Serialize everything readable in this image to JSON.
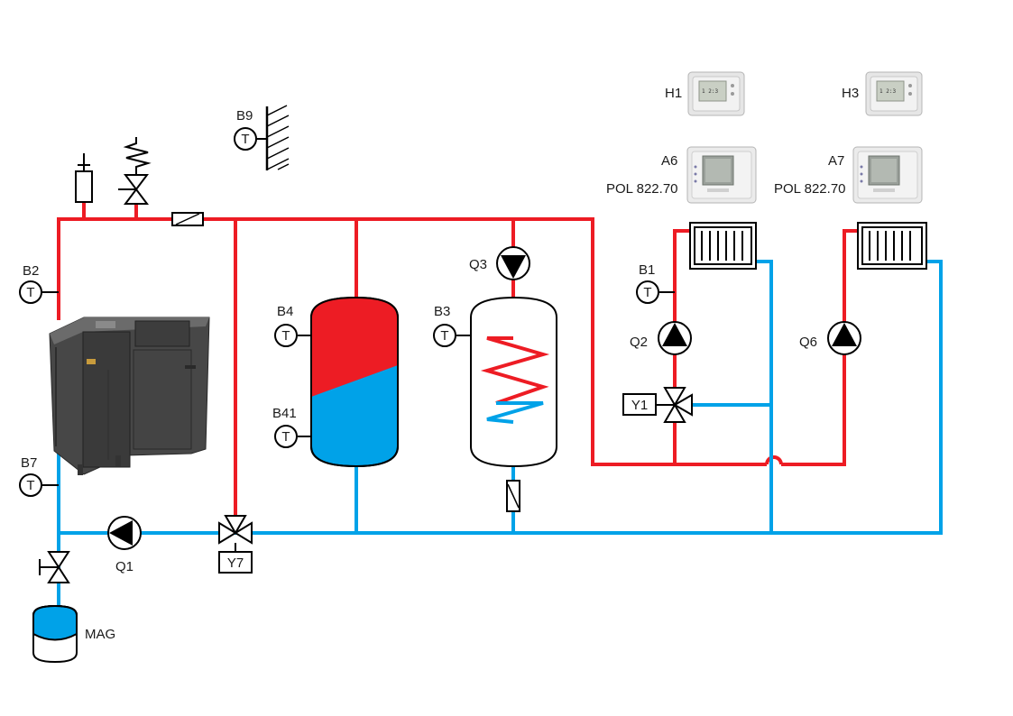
{
  "colors": {
    "supply": "#ed1c24",
    "return": "#00a2e8",
    "line": "#000000",
    "boiler_body": "#4a4a4a"
  },
  "sensors": {
    "b9": "B9",
    "b2": "B2",
    "b7": "B7",
    "b4": "B4",
    "b41": "B41",
    "b3": "B3",
    "b1": "B1",
    "t_symbol": "T"
  },
  "pumps": {
    "q1": "Q1",
    "q2": "Q2",
    "q3": "Q3",
    "q6": "Q6"
  },
  "valves": {
    "y1": "Y1",
    "y7": "Y7"
  },
  "vessel": {
    "mag": "MAG"
  },
  "room_units": {
    "h1": "H1",
    "h3": "H3"
  },
  "controllers": {
    "a6": "A6",
    "a6_model": "POL 822.70",
    "a7": "A7",
    "a7_model": "POL 822.70"
  },
  "icons": [
    "boiler-icon",
    "buffer-tank-icon",
    "dhw-tank-icon",
    "radiator-icon",
    "pump-icon",
    "three-way-valve-icon",
    "expansion-vessel-icon",
    "room-unit-icon",
    "controller-icon",
    "wall-icon",
    "safety-valve-icon",
    "air-vent-icon",
    "check-valve-icon"
  ]
}
